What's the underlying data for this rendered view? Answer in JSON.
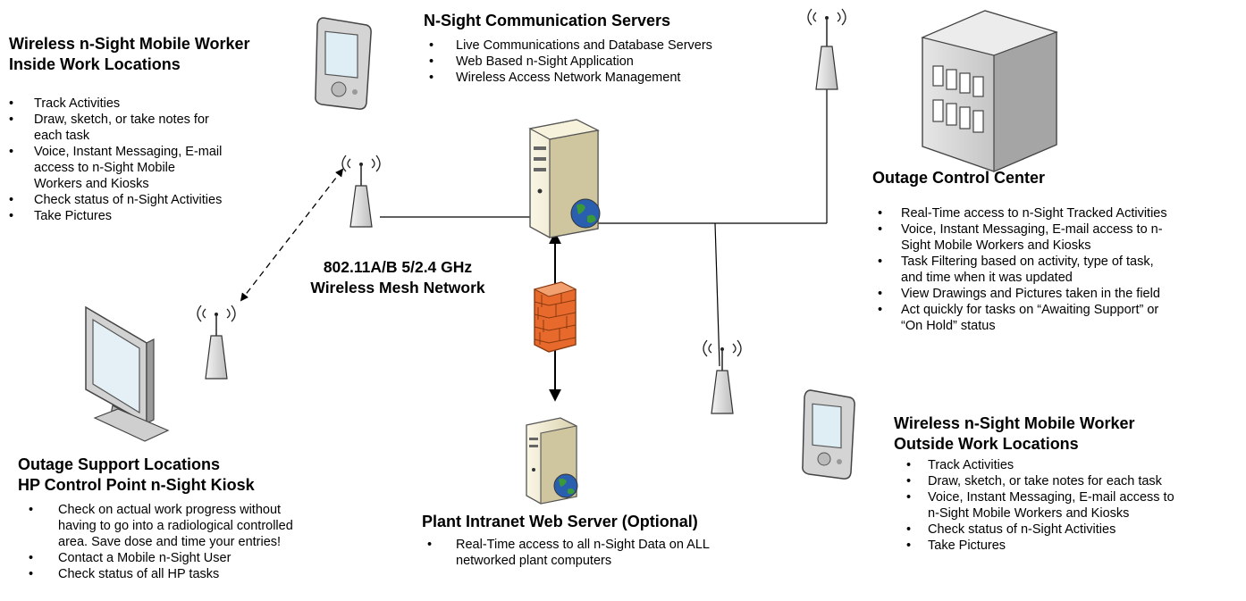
{
  "mobile_inside": {
    "title_line1": "Wireless n-Sight Mobile Worker",
    "title_line2": "Inside Work Locations",
    "items": [
      {
        "lines": [
          "Track Activities"
        ]
      },
      {
        "lines": [
          "Draw, sketch, or take notes for",
          "each task"
        ]
      },
      {
        "lines": [
          "Voice, Instant Messaging, E-mail",
          "access to n-Sight Mobile",
          "Workers and Kiosks"
        ]
      },
      {
        "lines": [
          "Check status of n-Sight Activities"
        ]
      },
      {
        "lines": [
          "Take Pictures"
        ]
      }
    ]
  },
  "servers": {
    "title": "N-Sight Communication Servers",
    "items": [
      {
        "lines": [
          "Live Communications and Database Servers"
        ]
      },
      {
        "lines": [
          "Web Based n-Sight Application"
        ]
      },
      {
        "lines": [
          "Wireless Access Network Management"
        ]
      }
    ]
  },
  "control_center": {
    "title": "Outage Control Center",
    "items": [
      {
        "lines": [
          "Real-Time access to n-Sight Tracked Activities"
        ]
      },
      {
        "lines": [
          "Voice, Instant Messaging, E-mail access to n-",
          "Sight Mobile Workers and Kiosks"
        ]
      },
      {
        "lines": [
          "Task Filtering based on activity, type of task,",
          "and time when it was updated"
        ]
      },
      {
        "lines": [
          "View Drawings and Pictures taken in the field"
        ]
      },
      {
        "lines": [
          "Act quickly for tasks on “Awaiting Support” or",
          "“On Hold” status"
        ]
      }
    ]
  },
  "network": {
    "line1": "802.11A/B 5/2.4 GHz",
    "line2": "Wireless Mesh Network"
  },
  "support": {
    "title_line1": "Outage Support Locations",
    "title_line2": "HP Control Point n-Sight Kiosk",
    "items": [
      {
        "lines": [
          "Check on actual work progress without",
          "having to go into a radiological controlled",
          "area. Save dose and time your entries!"
        ]
      },
      {
        "lines": [
          "Contact a Mobile n-Sight User"
        ]
      },
      {
        "lines": [
          "Check status of all HP tasks"
        ]
      }
    ]
  },
  "intranet": {
    "title": "Plant Intranet Web Server (Optional)",
    "items": [
      {
        "lines": [
          "Real-Time access to all n-Sight Data on ALL",
          "networked plant computers"
        ]
      }
    ]
  },
  "mobile_outside": {
    "title_line1": "Wireless n-Sight Mobile Worker",
    "title_line2": "Outside Work Locations",
    "items": [
      {
        "lines": [
          "Track Activities"
        ]
      },
      {
        "lines": [
          "Draw, sketch, or take notes for each task"
        ]
      },
      {
        "lines": [
          "Voice, Instant Messaging, E-mail access to",
          "n-Sight Mobile Workers and Kiosks"
        ]
      },
      {
        "lines": [
          "Check status of n-Sight Activities"
        ]
      },
      {
        "lines": [
          "Take Pictures"
        ]
      }
    ]
  },
  "colors": {
    "firewall": "#e8692c",
    "server_body": "#f0ead0",
    "device_gray": "#c8c8c8",
    "globe_blue": "#2a5fb0",
    "globe_green": "#3a9a3a"
  }
}
